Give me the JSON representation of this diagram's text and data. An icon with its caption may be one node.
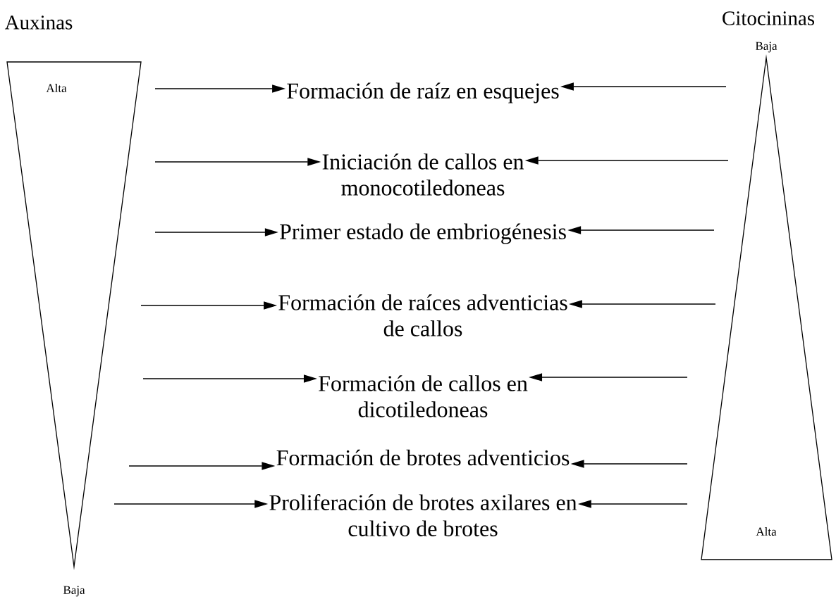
{
  "diagram": {
    "nodes": [
      {
        "text": [
          "Auxinas",
          "Alta"
        ],
        "beside": [
          "Baja"
        ]
      },
      {
        "text": [
          "Citocininas",
          "Alta"
        ],
        "beside": [
          "Baja"
        ]
      },
      {
        "text": [
          "Formación de raíz en esquejes"
        ]
      },
      {
        "text": [
          "Iniciación de callos en monocotiledoneas"
        ]
      },
      {
        "text": [
          "Primer estado de embriogénesis"
        ]
      },
      {
        "text": [
          "Formación de raíces adventicias de callos"
        ]
      },
      {
        "text": [
          "Formación de callos en dicotiledoneas"
        ]
      },
      {
        "text": [
          "Formación de brotes adventicios"
        ]
      },
      {
        "text": [
          "Proliferación de brotes axilares en cultivo de brotes"
        ]
      }
    ],
    "edges": [
      {
        "from": null,
        "to": 2,
        "arrow": "to"
      },
      {
        "from": null,
        "to": 2,
        "arrow": "to"
      },
      {
        "from": null,
        "to": 3,
        "arrow": "to"
      },
      {
        "from": null,
        "to": 3,
        "arrow": "to"
      },
      {
        "from": null,
        "to": 4,
        "arrow": "to"
      },
      {
        "from": null,
        "to": 4,
        "arrow": "to"
      },
      {
        "from": null,
        "to": 5,
        "arrow": "to"
      },
      {
        "from": null,
        "to": 5,
        "arrow": "to"
      },
      {
        "from": null,
        "to": 6,
        "arrow": "to"
      },
      {
        "from": null,
        "to": 6,
        "arrow": "to"
      },
      {
        "from": null,
        "to": 7,
        "arrow": "to"
      },
      {
        "from": null,
        "to": 7,
        "arrow": "to"
      },
      {
        "from": null,
        "to": 8,
        "arrow": "to"
      },
      {
        "from": null,
        "to": 8,
        "arrow": "to"
      }
    ]
  }
}
